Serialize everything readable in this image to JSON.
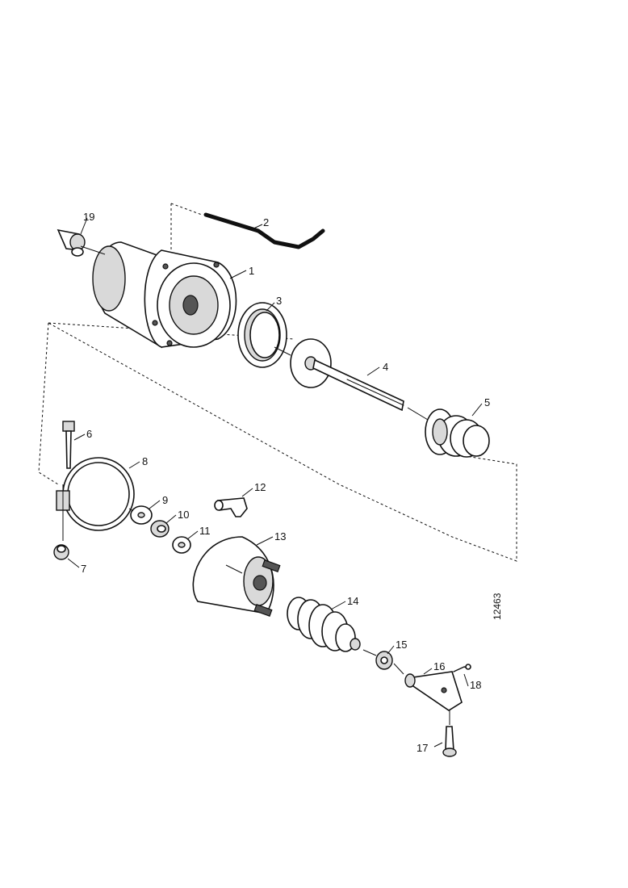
{
  "diagram": {
    "drawing_code": "12463",
    "callouts": [
      {
        "id": "c1",
        "text": "1"
      },
      {
        "id": "c2",
        "text": "2"
      },
      {
        "id": "c3",
        "text": "3"
      },
      {
        "id": "c4",
        "text": "4"
      },
      {
        "id": "c5",
        "text": "5"
      },
      {
        "id": "c6",
        "text": "6"
      },
      {
        "id": "c7",
        "text": "7"
      },
      {
        "id": "c8",
        "text": "8"
      },
      {
        "id": "c9",
        "text": "9"
      },
      {
        "id": "c10",
        "text": "10"
      },
      {
        "id": "c11",
        "text": "11"
      },
      {
        "id": "c12",
        "text": "12"
      },
      {
        "id": "c13",
        "text": "13"
      },
      {
        "id": "c14",
        "text": "14"
      },
      {
        "id": "c15",
        "text": "15"
      },
      {
        "id": "c16",
        "text": "16"
      },
      {
        "id": "c17",
        "text": "17"
      },
      {
        "id": "c18",
        "text": "18"
      },
      {
        "id": "c19",
        "text": "19"
      }
    ]
  }
}
